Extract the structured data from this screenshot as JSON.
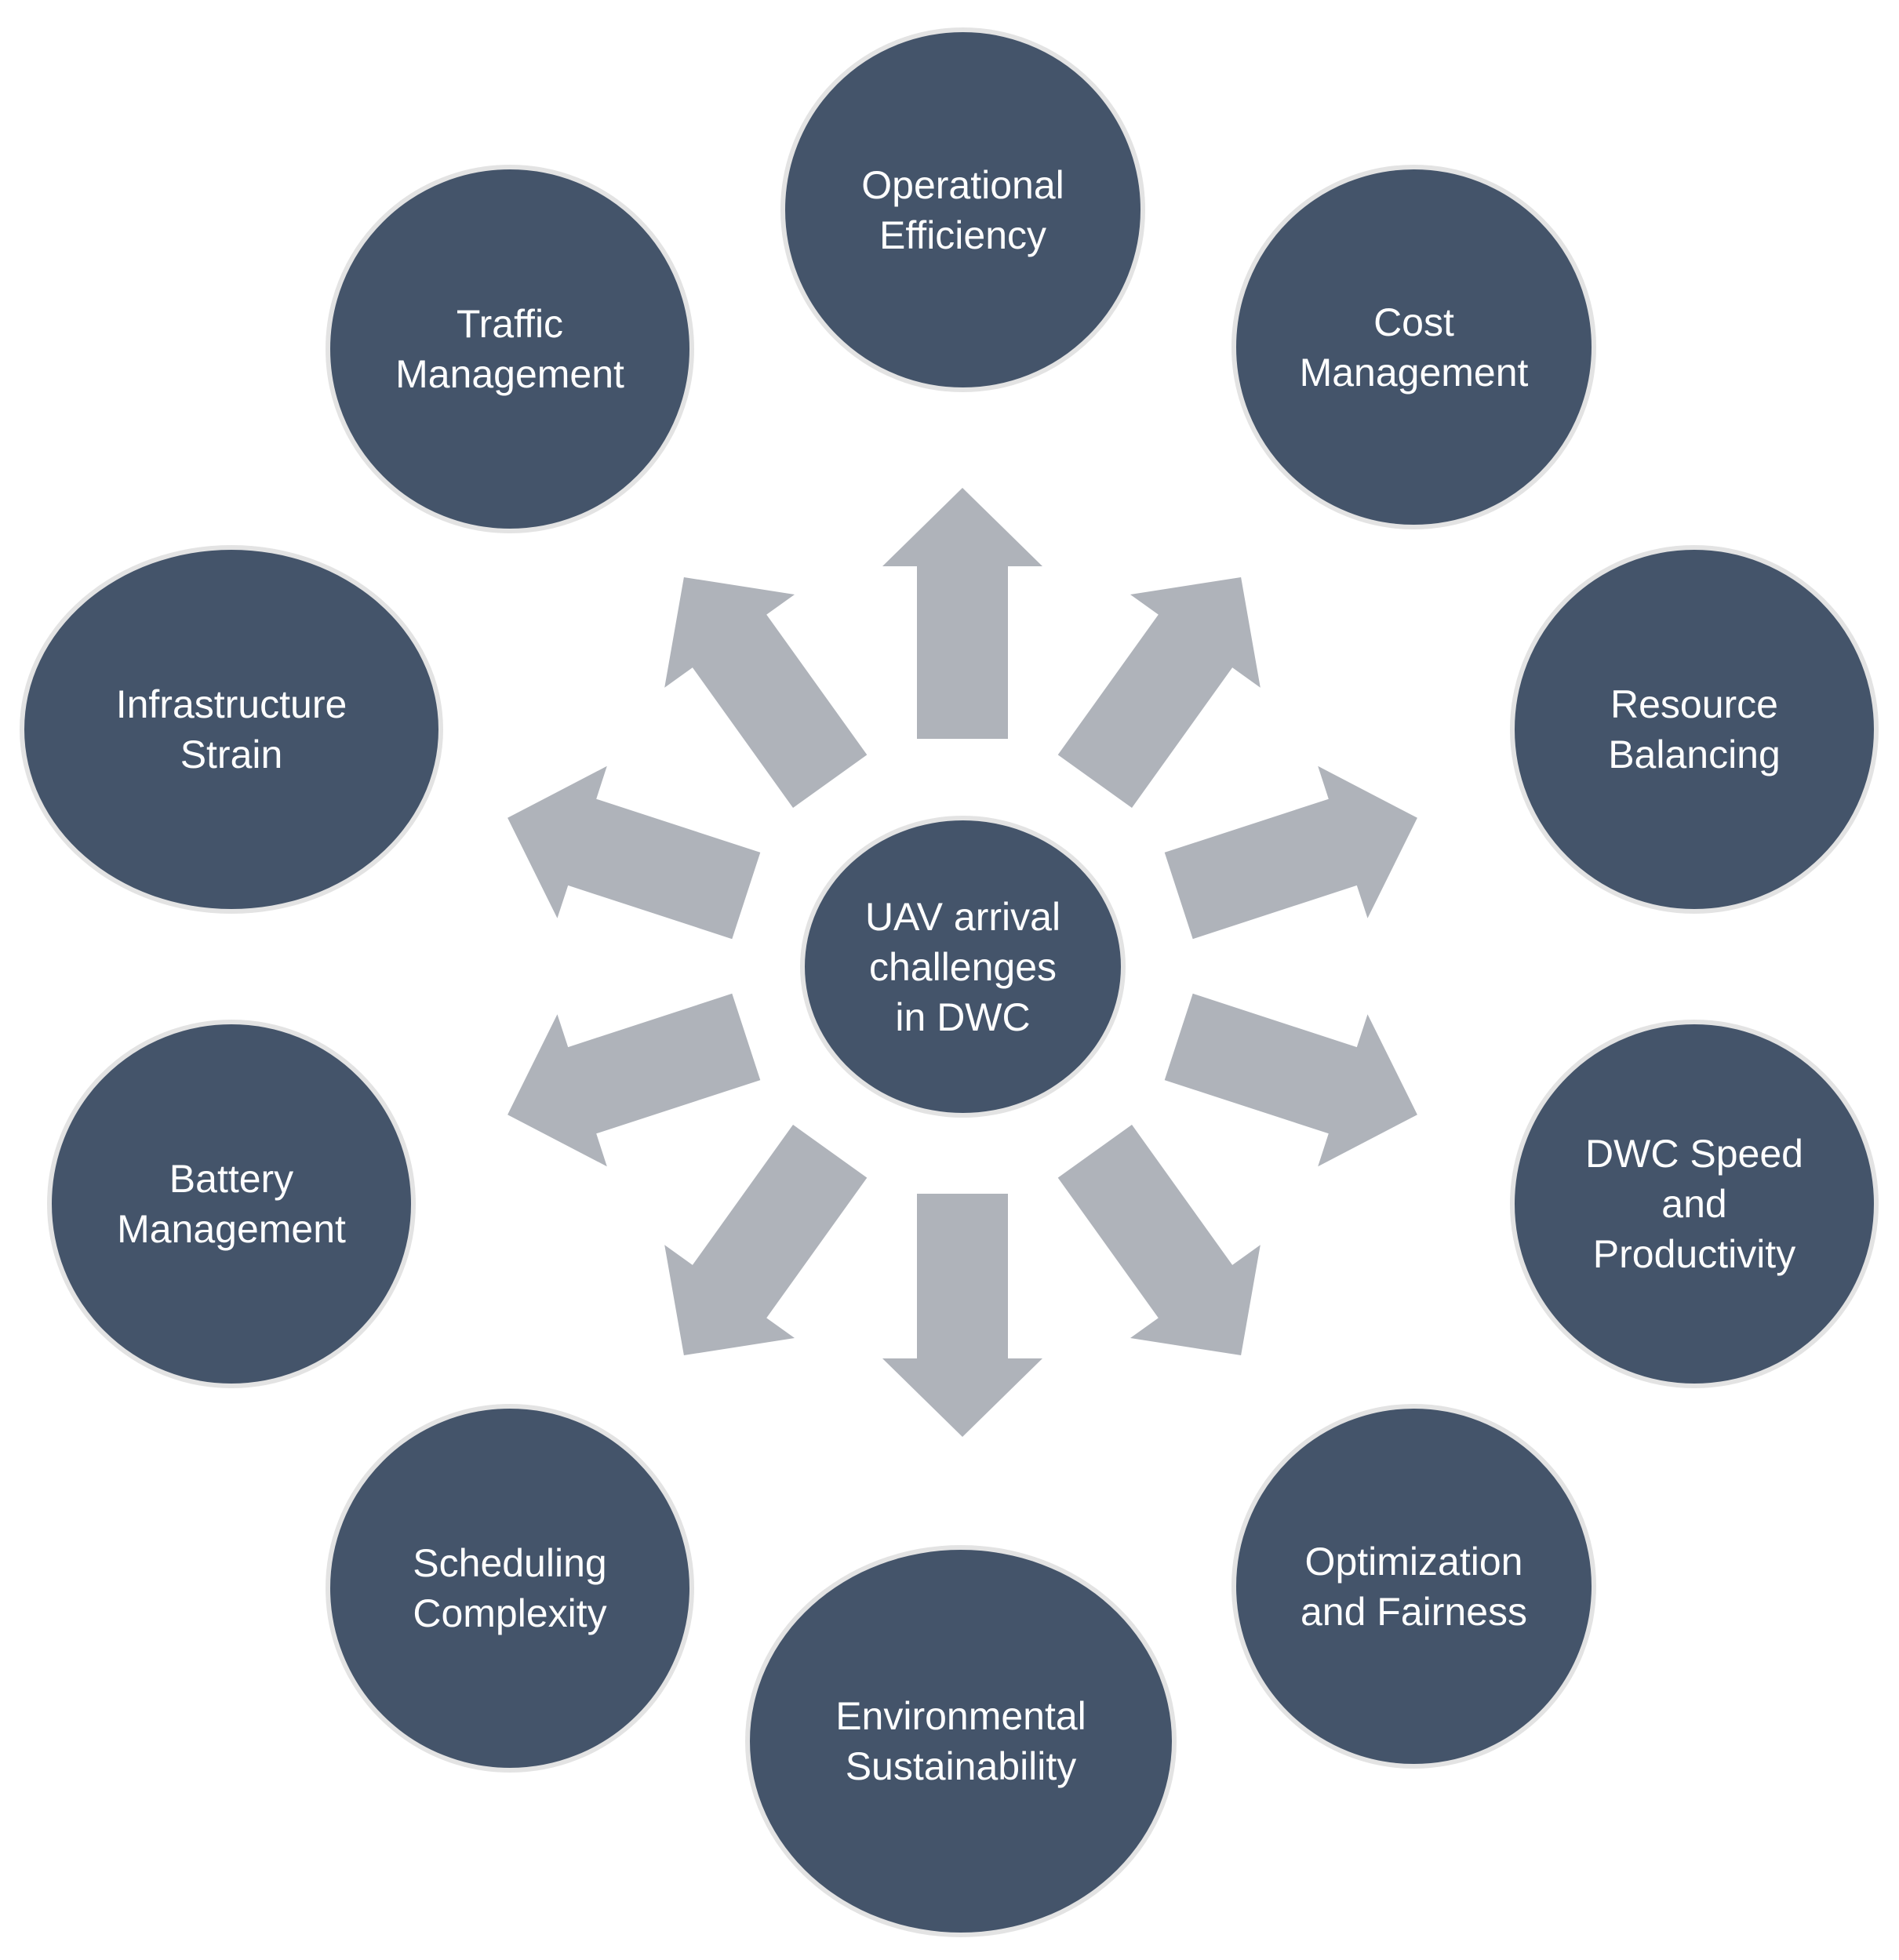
{
  "center": {
    "label": "UAV arrival\nchallenges\nin DWC"
  },
  "nodes": [
    {
      "id": "operational-efficiency",
      "label": "Operational\nEfficiency"
    },
    {
      "id": "cost-management",
      "label": "Cost\nManagement"
    },
    {
      "id": "resource-balancing",
      "label": "Resource\nBalancing"
    },
    {
      "id": "dwc-speed-productivity",
      "label": "DWC Speed\nand\nProductivity"
    },
    {
      "id": "optimization-fairness",
      "label": "Optimization\nand Fairness"
    },
    {
      "id": "environmental-sustainability",
      "label": "Environmental\nSustainability"
    },
    {
      "id": "scheduling-complexity",
      "label": "Scheduling\nComplexity"
    },
    {
      "id": "battery-management",
      "label": "Battery\nManagement"
    },
    {
      "id": "infrastructure-strain",
      "label": "Infrastructure\nStrain"
    },
    {
      "id": "traffic-management",
      "label": "Traffic\nManagement"
    }
  ],
  "colors": {
    "node_fill": "#44546a",
    "node_border": "#e3e3e3",
    "arrow": "#afb3ba",
    "text": "#ffffff"
  }
}
